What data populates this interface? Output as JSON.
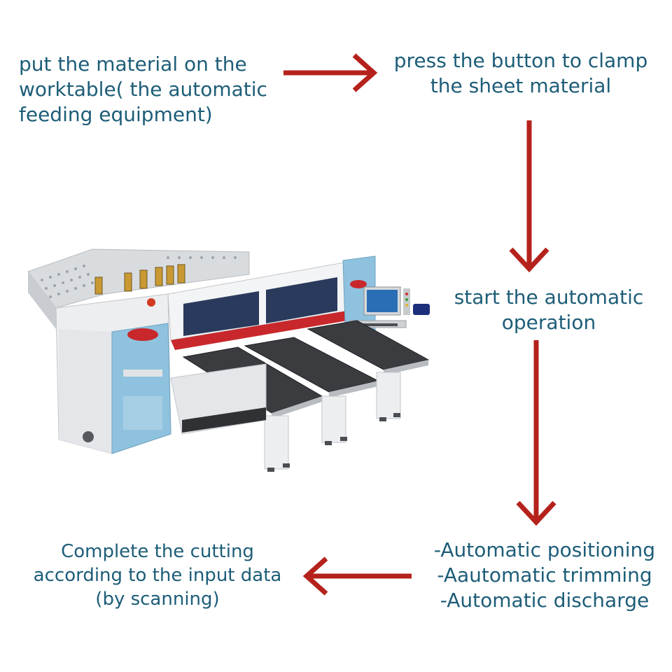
{
  "colors": {
    "text": "#1d5d78",
    "arrow": "#b5221c",
    "machine_blue": "#8fc2de",
    "machine_white": "#eceef0",
    "machine_dark": "#3a3c40",
    "accent_red": "#c8282c"
  },
  "steps": [
    {
      "lines": [
        "put the material on the",
        "worktable( the automatic",
        "feeding equipment)"
      ]
    },
    {
      "lines": [
        "press the button to clamp",
        "the sheet material"
      ]
    },
    {
      "lines": [
        "start the automatic",
        "operation"
      ]
    },
    {
      "lines": [
        "-Automatic positioning",
        "-Aautomatic trimming",
        "-Automatic discharge"
      ]
    },
    {
      "lines": [
        "Complete the cutting",
        "according to the input data",
        "(by scanning)"
      ]
    }
  ],
  "arrows": [
    {
      "from": "step-1",
      "to": "step-2",
      "direction": "right"
    },
    {
      "from": "step-2",
      "to": "step-3",
      "direction": "down"
    },
    {
      "from": "step-3",
      "to": "step-4",
      "direction": "down"
    },
    {
      "from": "step-4",
      "to": "step-5",
      "direction": "left"
    }
  ],
  "image": {
    "subject": "panel-saw-machine-illustration"
  }
}
